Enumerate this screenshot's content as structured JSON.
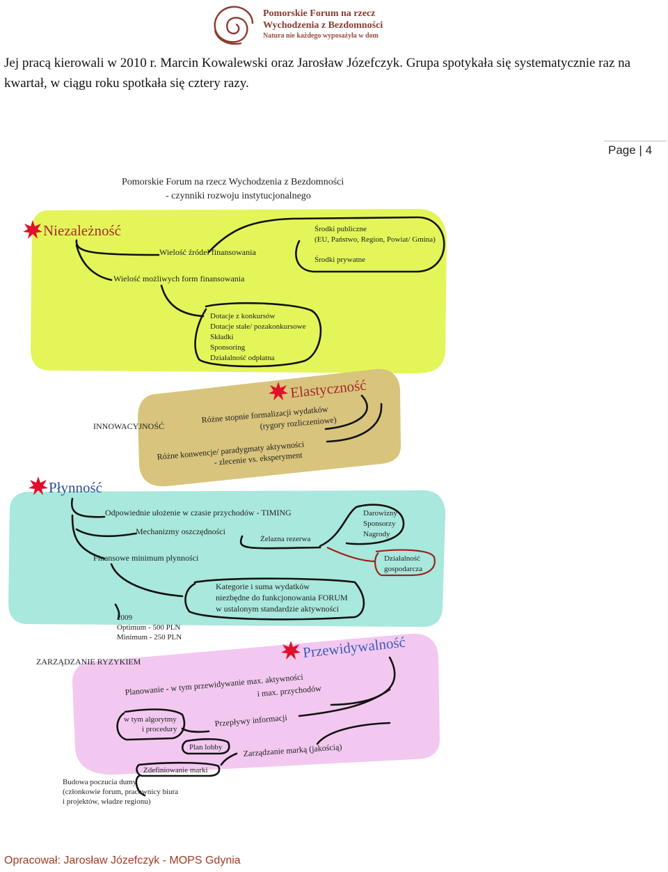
{
  "header": {
    "logo_line1": "Pomorskie Forum na rzecz",
    "logo_line2": "Wychodzenia z Bezdomności",
    "logo_line3": "Natura nie każdego wyposażyła w dom"
  },
  "intro_text": "Jej pracą kierowali w 2010 r. Marcin Kowalewski oraz Jarosław Józefczyk. Grupa spotykała się systematycznie raz na kwartał, w ciągu roku spotkała się cztery razy.",
  "page_label": "Page | 4",
  "diagram": {
    "title_line1": "Pomorskie Forum na rzecz Wychodzenia z Bezdomności",
    "title_line2": "- czynniki rozwoju instytucjonalnego",
    "sections": {
      "niezaleznosc": {
        "heading": "Niezależność",
        "color": "#e4f55a",
        "items": {
          "zrodla": "Wielość źródeł finansowania",
          "formy": "Wielość możliwych form finansowania",
          "publiczne1": "Środki publiczne",
          "publiczne2": "(EU, Państwo, Region, Powiat/ Gmina)",
          "prywatne": "Środki prywatne",
          "forms_list": [
            "Dotacje z konkursów",
            "Dotacje stałe/ pozakonkursowe",
            "Składki",
            "Sponsoring",
            "Działalność odpłatna"
          ]
        }
      },
      "elastycznosc": {
        "heading": "Elastyczność",
        "color": "#d8c47c",
        "side_label": "INNOWACYJNOŚĆ",
        "items": {
          "stopnie1": "Różne stopnie formalizacji wydatków",
          "stopnie2": "(rygory rozliczeniowe)",
          "konwencje1": "Różne konwencje/ paradygmaty aktywności",
          "konwencje2": "- zlecenie vs. eksperyment"
        }
      },
      "plynnosc": {
        "heading": "Płynność",
        "color": "#a9e8dc",
        "items": {
          "timing": "Odpowiednie ułożenie w czasie przychodów - TIMING",
          "oszczednosci": "Mechanizmy oszczędności",
          "rezerwa": "Żelazna rezerwa",
          "minimum": "Finansowe minimum płynności",
          "darowizny": [
            "Darowizny",
            "Sponsorzy",
            "Nagrody"
          ],
          "dzialalnosc": [
            "Działalność",
            "gospodarcza"
          ],
          "kategorie": [
            "Kategorie i suma wydatków",
            "niezbędne do funkcjonowania FORUM",
            "w ustalonym standardzie aktywności"
          ],
          "budzet": [
            "2009",
            "Optimum - 500 PLN",
            "Minimum - 250 PLN"
          ]
        }
      },
      "przewidywalnosc": {
        "heading": "Przewidywalność",
        "color": "#f2c8f0",
        "side_label": "ZARZĄDZANIE RYZYKIEM",
        "items": {
          "planowanie1": "Planowanie - w tym przewidywanie max. aktywności",
          "planowanie2": "i max. przychodów",
          "algorytmy1": "w tym algorytmy",
          "algorytmy2": "i procedury",
          "przeplywy": "Przepływy informacji",
          "lobby": "Plan lobby",
          "marka": "Zarządzanie marką (jakością)",
          "zdefiniowanie": "Zdefiniowanie marki",
          "budowa": [
            "Budowa poczucia dumy",
            "(członkowie forum, pracownicy biura",
            "i projektów, władze regionu)"
          ]
        }
      }
    }
  },
  "footer": "Opracował: Jarosław Józefczyk - MOPS Gdynia"
}
